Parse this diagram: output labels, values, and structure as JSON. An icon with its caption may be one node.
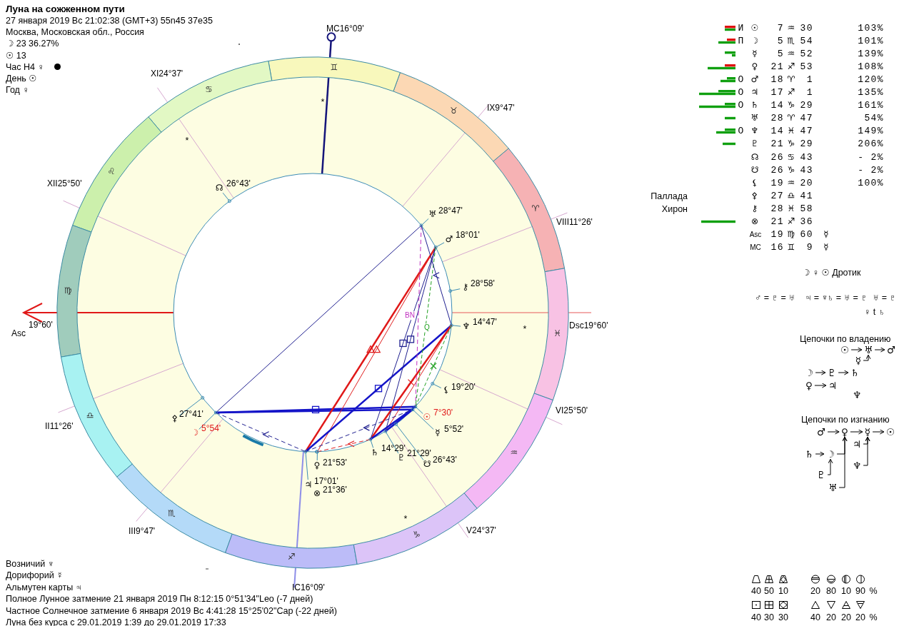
{
  "diagram": {
    "title": "Луна на сожженном пути",
    "nodes": [
      {
        "text": [
          "☉"
        ]
      },
      {
        "text": [
          "♅"
        ]
      },
      {
        "text": [
          "♂"
        ]
      },
      {
        "text": [
          "☿"
        ]
      },
      {
        "text": [
          "☽"
        ]
      },
      {
        "text": [
          "♇"
        ]
      },
      {
        "text": [
          "♄"
        ]
      },
      {
        "text": [
          "♀"
        ]
      },
      {
        "text": [
          "♃"
        ]
      },
      {
        "text": [
          "♆"
        ]
      },
      {
        "text": [
          "♂"
        ]
      },
      {
        "text": [
          "♀"
        ]
      },
      {
        "text": [
          "☿"
        ]
      },
      {
        "text": [
          "☉"
        ]
      },
      {
        "text": [
          "♃"
        ]
      },
      {
        "text": [
          "♄"
        ]
      },
      {
        "text": [
          "☽"
        ]
      },
      {
        "text": [
          "♆"
        ]
      },
      {
        "text": [
          "♇"
        ]
      },
      {
        "text": [
          "♅"
        ]
      }
    ],
    "edges": [
      {
        "from": 0,
        "to": 1,
        "arrow": "to"
      },
      {
        "from": 1,
        "to": 2,
        "arrow": "to"
      },
      {
        "from": 3,
        "to": 1,
        "arrow": "to"
      },
      {
        "from": 4,
        "to": 5,
        "arrow": "to"
      },
      {
        "from": 5,
        "to": 6,
        "arrow": "to"
      },
      {
        "from": 7,
        "to": 8,
        "arrow": "to"
      },
      {
        "from": 10,
        "to": 11,
        "arrow": "to"
      },
      {
        "from": 11,
        "to": 12,
        "arrow": "to"
      },
      {
        "from": 12,
        "to": 13,
        "arrow": "to"
      },
      {
        "from": 14,
        "to": 12,
        "arrow": "to"
      },
      {
        "from": 15,
        "to": 16,
        "arrow": "to"
      },
      {
        "from": 16,
        "to": 11,
        "arrow": "to"
      },
      {
        "from": 17,
        "to": 12,
        "arrow": "to"
      },
      {
        "from": 18,
        "to": 16,
        "arrow": "to"
      },
      {
        "from": 19,
        "to": 11,
        "arrow": "to"
      }
    ],
    "labels": [
      "27 января 2019 Вс 21:02:38 (GMT+3) 55n45 37e35",
      "Москва, Московская обл., Россия",
      "☽ 23 36.27%",
      "☉ 13",
      "Час Н4 ♀",
      "День ☉",
      "Год ♀",
      "MC16°09'",
      "XI24°37'",
      "XII25°50'",
      "19°60'",
      "Asc",
      "II11°26'",
      "III9°47'",
      "IC16°09'",
      "V24°37'",
      "VI25°50'",
      "Dsc19°60'",
      "VIII11°26'",
      "IX9°47'",
      "♈",
      "♉",
      "♊",
      "♋",
      "♌",
      "♍",
      "♎",
      "♏",
      "♐",
      "♑",
      "♒",
      "♓",
      "☊",
      "26°43'",
      "♅",
      "28°47'",
      "♂",
      "18°01'",
      "⚷",
      "28°58'",
      "♆",
      "14°47'",
      "⚸",
      "19°20'",
      "☉",
      "7°30'",
      "☿",
      "5°52'",
      "♄",
      "14°29'",
      "♇",
      "21°29'",
      "☋",
      "26°43'",
      "♀",
      "21°53'",
      "♃",
      "17°01'",
      "⊗",
      "21°36'",
      "☽",
      "5°54'",
      "⚴",
      "27°41'",
      "BN",
      "Q",
      "*",
      "*",
      "*",
      "*",
      "И",
      "☉",
      "7",
      "♒",
      "30",
      "103%",
      "П",
      "☽",
      "5",
      "♏",
      "54",
      "101%",
      "☿",
      "5",
      "♒",
      "52",
      "139%",
      "♀",
      "21",
      "♐",
      "53",
      "108%",
      "O",
      "♂",
      "18",
      "♈",
      "1",
      "120%",
      "O",
      "♃",
      "17",
      "♐",
      "1",
      "135%",
      "O",
      "♄",
      "14",
      "♑",
      "29",
      "161%",
      "♅",
      "28",
      "♈",
      "47",
      "54%",
      "O",
      "♆",
      "14",
      "♓",
      "47",
      "149%",
      "♇",
      "21",
      "♑",
      "29",
      "206%",
      "☊",
      "26",
      "♋",
      "43",
      "- 2%",
      "☋",
      "26",
      "♑",
      "43",
      "- 2%",
      "⚸",
      "19",
      "♒",
      "20",
      "100%",
      "Паллада",
      "⚴",
      "27",
      "♎",
      "41",
      "Хирон",
      "⚷",
      "28",
      "♓",
      "58",
      "⊗",
      "21",
      "♐",
      "36",
      "Asc",
      "19",
      "♍",
      "60",
      "☿",
      "MC",
      "16",
      "♊",
      "9",
      "☿",
      "☽ ♀ ☉ Дротик",
      "♂ = ♇ = ♅",
      "♃ = ♆",
      "♄ = ♅ = ♇",
      "♅ = ♇",
      "♀ t ♄",
      "Цепочки по владению",
      "Цепочки по изгнанию",
      "Возничий ♆",
      "Дорифорий ☿",
      "Альмутен карты ♃",
      "Полное Лунное затмение 21 января 2019 Пн 8:12:15 0°51'34\"Leo (-7 дней)",
      "Частное Солнечное затмение 6 января 2019 Вс 4:41:28 15°25'02\"Cap (-22 дней)",
      "Луна без курса с 29.01.2019 1:39 до 29.01.2019 17:33",
      "40",
      "50",
      "10",
      "20",
      "80",
      "10",
      "90",
      "%",
      "40",
      "30",
      "30",
      "40",
      "20",
      "20",
      "20",
      "%"
    ]
  }
}
